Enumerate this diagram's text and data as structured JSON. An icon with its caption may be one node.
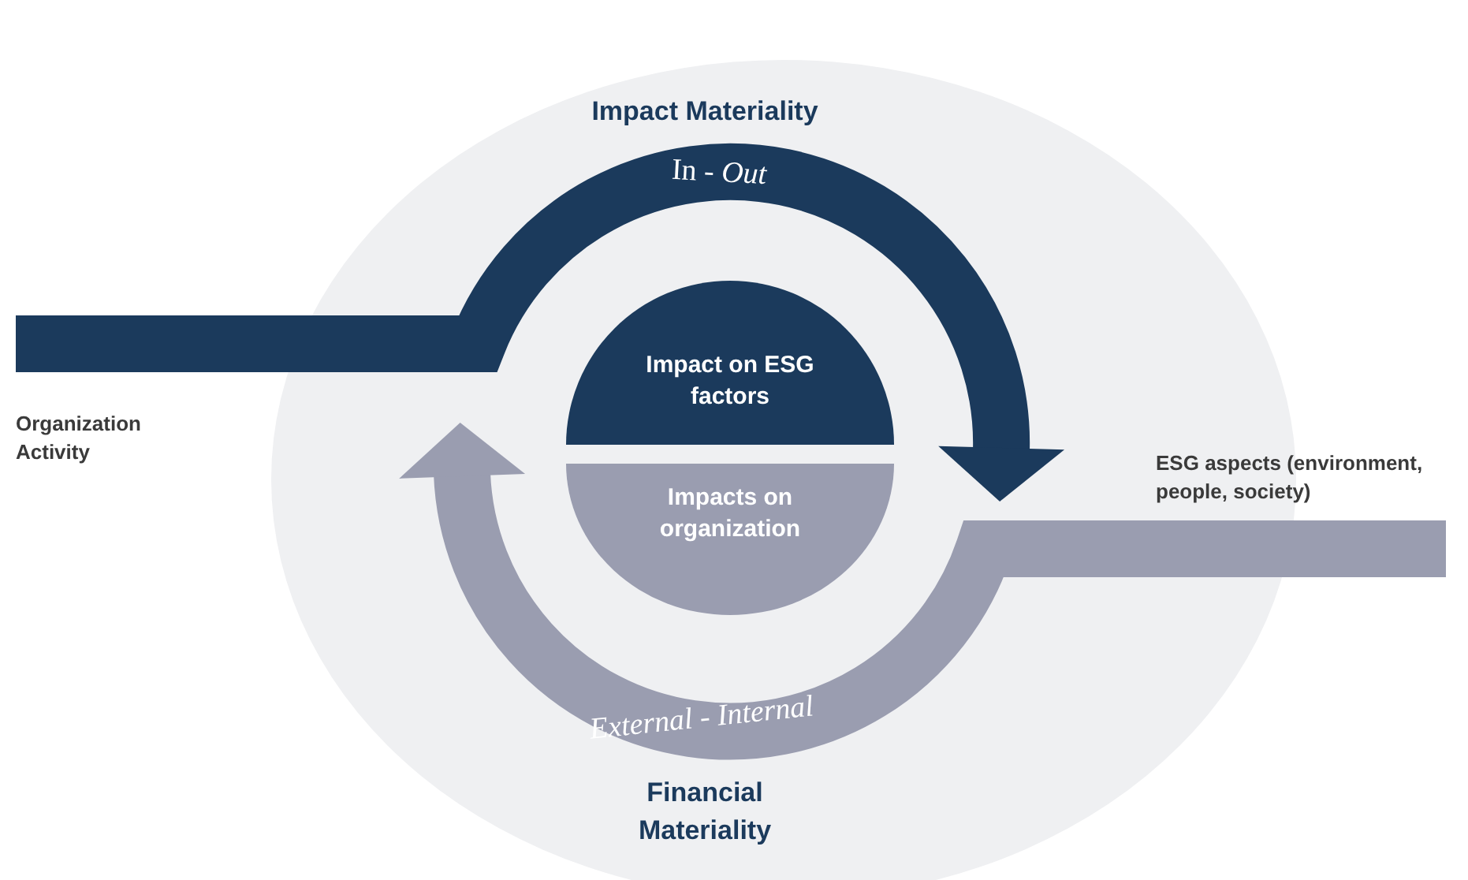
{
  "diagram": {
    "nodes": [
      {
        "text": [
          "Impact Materiality",
          "Financial Materiality"
        ]
      },
      {
        "text": [
          "Impact on ESG factors"
        ],
        "in": 0
      },
      {
        "text": [
          "Impacts on organization"
        ],
        "in": 0
      },
      {
        "text": [
          "Organization Activity"
        ]
      },
      {
        "text": [
          "ESG aspects (environment, people, society)"
        ]
      }
    ],
    "edges": [
      {
        "from": 3,
        "to": 4,
        "arrow": "to",
        "label": "In - *Out*",
        "color": "#1b3a5c"
      },
      {
        "from": 4,
        "to": 2,
        "arrow": "to",
        "label": "External - Internal",
        "color": "#9a9db0"
      }
    ]
  }
}
